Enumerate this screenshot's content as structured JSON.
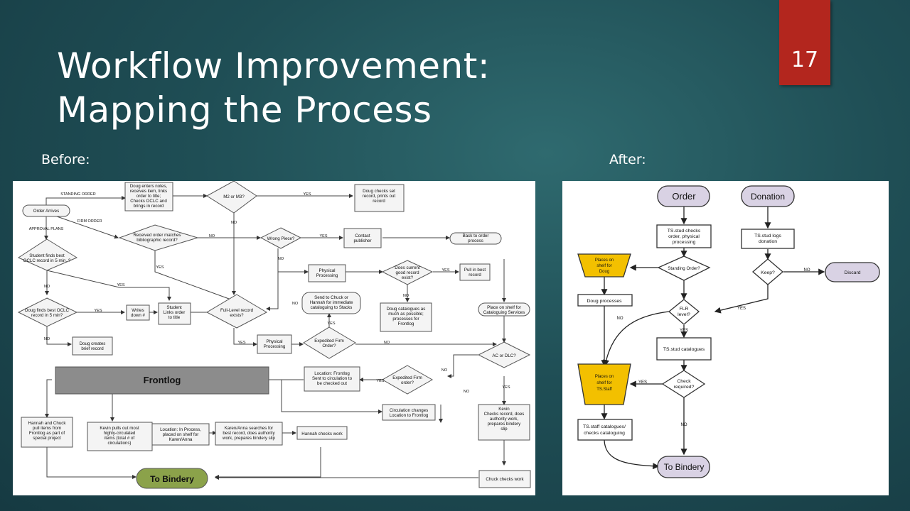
{
  "slide": {
    "title_line1": "Workflow Improvement:",
    "title_line2": "Mapping the Process",
    "number": "17",
    "before_label": "Before:",
    "after_label": "After:"
  },
  "before": {
    "order_arrives": "Order Arrives",
    "standing_order": "STANDING ORDER",
    "firm_order": "FIRM ORDER",
    "approval_plans": "APPROVAL PLANS",
    "doug_notes": [
      "Doug enters notes,",
      "receives item, links",
      "order to title;",
      "Checks OCLC and",
      "brings in record"
    ],
    "m2_m3": "M2 or M3?",
    "doug_checks_set": [
      "Doug checks set",
      "record, prints out",
      "record"
    ],
    "received_matches": [
      "Received order matches",
      "bibliographic record?"
    ],
    "wrong_piece": "Wrong Piece?",
    "contact_publisher": [
      "Contact",
      "publisher"
    ],
    "back_to_order": [
      "Back to order",
      "process"
    ],
    "student_finds": [
      "Student finds best",
      "OCLC record in 5 min. ?"
    ],
    "physical_processing_1": [
      "Physical",
      "Processing"
    ],
    "current_good": [
      "Does current",
      "good record",
      "exist?"
    ],
    "pull_in_best": [
      "Pull in best",
      "record"
    ],
    "doug_finds": [
      "Doug finds best OCLC",
      "record in 5 min?"
    ],
    "writes_down": [
      "Writes",
      "down #"
    ],
    "student_links": [
      "Student",
      "Links order",
      "to title"
    ],
    "full_level": [
      "Full-Level record",
      "exists?"
    ],
    "send_to_chuck": [
      "Send to Chuck or",
      "Hannah for immediate",
      "cataloguing to Stacks"
    ],
    "doug_catalogues": [
      "Doug catalogues as",
      "much as possible;",
      "processes for",
      "Frontlog"
    ],
    "place_on_shelf": [
      "Place on shelf for",
      "Cataloguing Services"
    ],
    "doug_creates": [
      "Doug creates",
      "brief record"
    ],
    "physical_processing_2": [
      "Physical",
      "Processing"
    ],
    "expedited_1": [
      "Expedited Firm",
      "Order?"
    ],
    "ac_dlc": "AC or DLC?",
    "frontlog": "Frontlog",
    "location_frontlog": [
      "Location: Frontlog",
      "Sent to circulation to",
      "be checked out"
    ],
    "expedited_2": [
      "Expedited Firm",
      "order?"
    ],
    "kevin_checks": [
      "Kevin",
      "Checks record, does",
      "authority work,",
      "prepares bindery",
      "slip"
    ],
    "circulation_changes": [
      "Circulation changes",
      "Location to Frontlog"
    ],
    "hannah_chuck": [
      "Hannah and Chuck",
      "pull items from",
      "Frontlog as part of",
      "special project"
    ],
    "kevin_pulls": [
      "Kevin pulls out most",
      "highly-circulated",
      "items (total # of",
      "circulations)"
    ],
    "location_in_process": [
      "Location: In Process,",
      "placed on shelf for",
      "Karen/Anna"
    ],
    "karen_anna": [
      "Karen/Anna searches for",
      "best record, does authority",
      "work, prepares bindery slip"
    ],
    "hannah_checks": "Hannah checks work",
    "to_bindery": "To Bindery",
    "chuck_checks": "Chuck checks work",
    "yes": "YES",
    "no": "NO"
  },
  "after": {
    "order": "Order",
    "donation": "Donation",
    "ts_stud_checks": [
      "TS.stud checks",
      "order, physical",
      "processing"
    ],
    "ts_stud_logs": [
      "TS.stud logs",
      "donation"
    ],
    "places_doug": [
      "Places on",
      "shelf for",
      "Doug"
    ],
    "standing_order": "Standing Order?",
    "keep": "Keep?",
    "discard": "Discard",
    "doug_processes": "Doug processes",
    "flr_level": [
      "FLR",
      "level?"
    ],
    "ts_stud_catalogues": "TS.stud catalogues",
    "places_staff": [
      "Places on",
      "shelf for",
      "TS.Staff"
    ],
    "check_required": [
      "Check",
      "required?"
    ],
    "ts_staff_catalogues": [
      "TS.staff catalogues/",
      "checks cataloguing"
    ],
    "to_bindery": "To Bindery",
    "yes": "YES",
    "no": "NO"
  },
  "colors": {
    "title": "#ffffff",
    "slide_number_bg": "#b3261e",
    "frontlog_fill": "#8c8c8c",
    "to_bindery_fill": "#8ba24a",
    "order_fill": "#d9d2e4",
    "yellow_fill": "#f3c000"
  }
}
